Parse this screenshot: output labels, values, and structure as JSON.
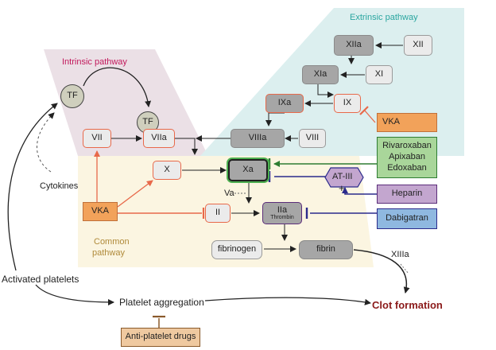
{
  "regions": {
    "intrinsic_label": "Intrinsic pathway",
    "extrinsic_label": "Extrinsic pathway",
    "common_label_line1": "Common",
    "common_label_line2": "pathway"
  },
  "colors": {
    "intrinsic_bg": "#ebe0e6",
    "extrinsic_bg": "#dcefef",
    "common_bg": "#fbf5e1",
    "intrinsic_text": "#c2185b",
    "extrinsic_text": "#2aa6a0",
    "common_text": "#b08a3a",
    "vka": "#f2a25a",
    "vka_arrow": "#e8694a",
    "doac": "#a9d69a",
    "heparin": "#c3a6cf",
    "dabigatran": "#8fb8e0",
    "antiplatelet": "#efc9a0",
    "clot": "#8b1a1a"
  },
  "nodes": {
    "TF_top": "TF",
    "TF_mid": "TF",
    "VII": "VII",
    "VIIa": "VIIa",
    "X": "X",
    "Xa": "Xa",
    "II": "II",
    "IIa": "IIa",
    "thrombin": "Thrombin",
    "fibrinogen": "fibrinogen",
    "fibrin": "fibrin",
    "XII": "XII",
    "XIIa": "XIIa",
    "XI": "XI",
    "XIa": "XIa",
    "IX": "IX",
    "IXa": "IXa",
    "VIII": "VIII",
    "VIIIa": "VIIIa",
    "ATIII": "AT-III",
    "Va": "Va",
    "XIIIa": "XIIIa"
  },
  "drugs": {
    "vka_left": "VKA",
    "vka_right": "VKA",
    "doac_line1": "Rivaroxaban",
    "doac_line2": "Apixaban",
    "doac_line3": "Edoxaban",
    "heparin": "Heparin",
    "dabigatran": "Dabigatran",
    "antiplatelet": "Anti-platelet drugs"
  },
  "labels": {
    "cytokines": "Cytokines",
    "activated_platelets": "Activated platelets",
    "platelet_aggregation": "Platelet aggregation",
    "clot_formation": "Clot formation",
    "plus": "+"
  }
}
